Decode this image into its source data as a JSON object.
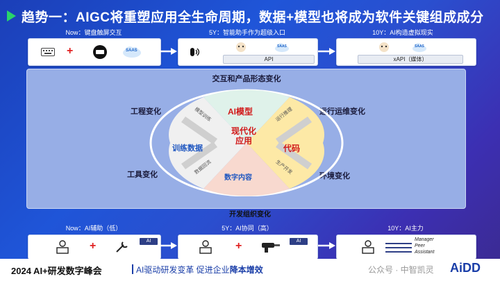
{
  "title": "趋势一：AIGC将重塑应用全生命周期，数据+模型也将成为软件关键组成成分",
  "top_stages": [
    {
      "label": "Now：键盘触屏交互"
    },
    {
      "label": "5Y：智能助手作为超级入口",
      "api": "API"
    },
    {
      "label": "10Y：AI构造虚拟现实",
      "api": "xAPI（媒体）"
    }
  ],
  "top_icons": {
    "saas": "SAAS",
    "plus": "+"
  },
  "center": {
    "top": "交互和产品形态变化",
    "left_top": "工程变化",
    "left_bottom": "工具变化",
    "right_top": "运行运维变化",
    "right_bottom": "环境变化",
    "quad_top": "AI模型",
    "quad_left": "训练数据",
    "quad_right": "代码",
    "quad_bottom": "数字内容",
    "center_line1": "现代化",
    "center_line2": "应用",
    "arrow_tl": "模型训练",
    "arrow_tr": "运行推理",
    "arrow_bl": "数据回流",
    "arrow_br": "生产开发"
  },
  "bottom_section_title": "开发组织变化",
  "bottom_stages": [
    {
      "label": "Now：AI辅助（低）",
      "chip": "AI"
    },
    {
      "label": "5Y：AI协同（高）",
      "chip": "AI"
    },
    {
      "label": "10Y：AI主力",
      "roles": [
        "Manager",
        "Peer",
        "Assistant"
      ]
    }
  ],
  "footer": {
    "event": "2024 AI+研发数字峰会",
    "slogan_a": "AI驱动研发变革 促进企业",
    "slogan_b": "降本增效",
    "watermark": "公众号 · 中智凯灵",
    "logo": "AiDD"
  },
  "colors": {
    "title_arrow": "#29d46a",
    "center_red": "#d11a1a",
    "quad_top": "#dff2ea",
    "quad_left": "#f0f0f0",
    "quad_right": "#fde9a6",
    "quad_bottom": "#f8d9cf"
  }
}
